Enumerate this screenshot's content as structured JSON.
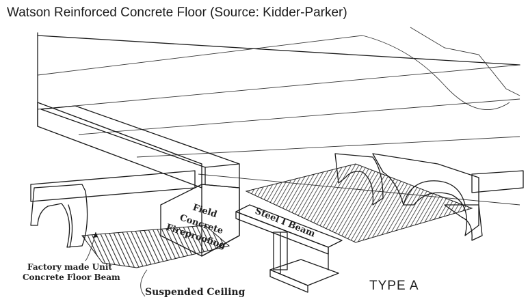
{
  "caption": "Watson Reinforced Concrete Floor (Source: Kidder-Parker)",
  "labels": {
    "factory_beam_line1": "Factory made Unit",
    "factory_beam_line2": "Concrete Floor Beam",
    "field_line1": "Field",
    "field_line2": "Concrete",
    "field_line3": "Fireproofing",
    "steel_beam": "Steel I Beam",
    "suspended_ceiling": "Suspended Ceiling",
    "type": "TYPE A"
  }
}
